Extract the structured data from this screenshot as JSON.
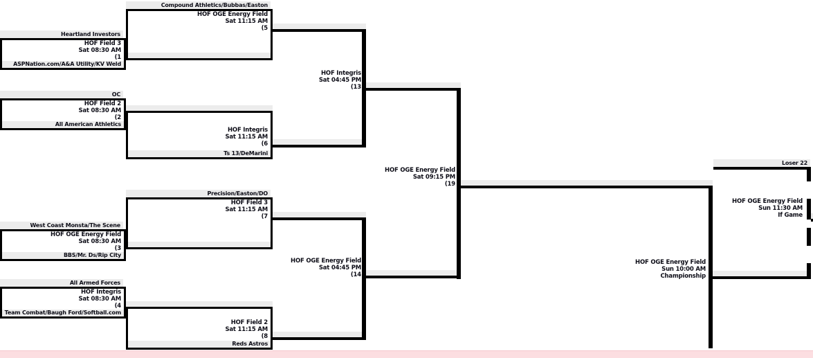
{
  "colors": {
    "shade": "#ececec",
    "line": "#000000",
    "text": "#0c0c16",
    "highlight_bar": "#fcdee1"
  },
  "games": {
    "g1": {
      "top_label": "Heartland Investors",
      "field": "HOF Field 3",
      "time": "Sat 08:30 AM",
      "num": "(1",
      "bottom_label": "ASPNation.com/A&A Utility/KV Weld"
    },
    "g2": {
      "top_label": "OC",
      "field": "HOF Field 2",
      "time": "Sat 08:30 AM",
      "num": "(2",
      "bottom_label": "All American Athletics"
    },
    "g3": {
      "top_label": "West Coast Monsta/The Scene",
      "field": "HOF OGE Energy Field",
      "time": "Sat 08:30 AM",
      "num": "(3",
      "bottom_label": "BBS/Mr. Ds/Rip City"
    },
    "g4": {
      "top_label": "All Armed Forces",
      "field": "HOF Integris",
      "time": "Sat 08:30 AM",
      "num": "(4",
      "bottom_label": "Team Combat/Baugh Ford/Softball.com"
    },
    "g5": {
      "top_label": "Compound Athletics/Bubbas/Easton",
      "field": "HOF OGE Energy Field",
      "time": "Sat 11:15 AM",
      "num": "(5"
    },
    "g6": {
      "field": "HOF Integris",
      "time": "Sat 11:15 AM",
      "num": "(6",
      "bottom_label": "Ts 13/DeMarini"
    },
    "g7": {
      "top_label": "Precision/Easton/DO",
      "field": "HOF Field 3",
      "time": "Sat 11:15 AM",
      "num": "(7"
    },
    "g8": {
      "field": "HOF Field 2",
      "time": "Sat 11:15 AM",
      "num": "(8",
      "bottom_label": "Reds Astros"
    },
    "g13": {
      "field": "HOF Integris",
      "time": "Sat 04:45 PM",
      "num": "(13"
    },
    "g14": {
      "field": "HOF OGE Energy Field",
      "time": "Sat 04:45 PM",
      "num": "(14"
    },
    "g19": {
      "field": "HOF OGE Energy Field",
      "time": "Sat 09:15 PM",
      "num": "(19"
    },
    "championship": {
      "field": "HOF OGE Energy Field",
      "time": "Sun 10:00 AM",
      "num": "Championship"
    },
    "if_game": {
      "field": "HOF OGE Energy Field",
      "time": "Sun 11:30 AM",
      "num": "If Game"
    }
  },
  "labels": {
    "loser22": "Loser 22"
  }
}
